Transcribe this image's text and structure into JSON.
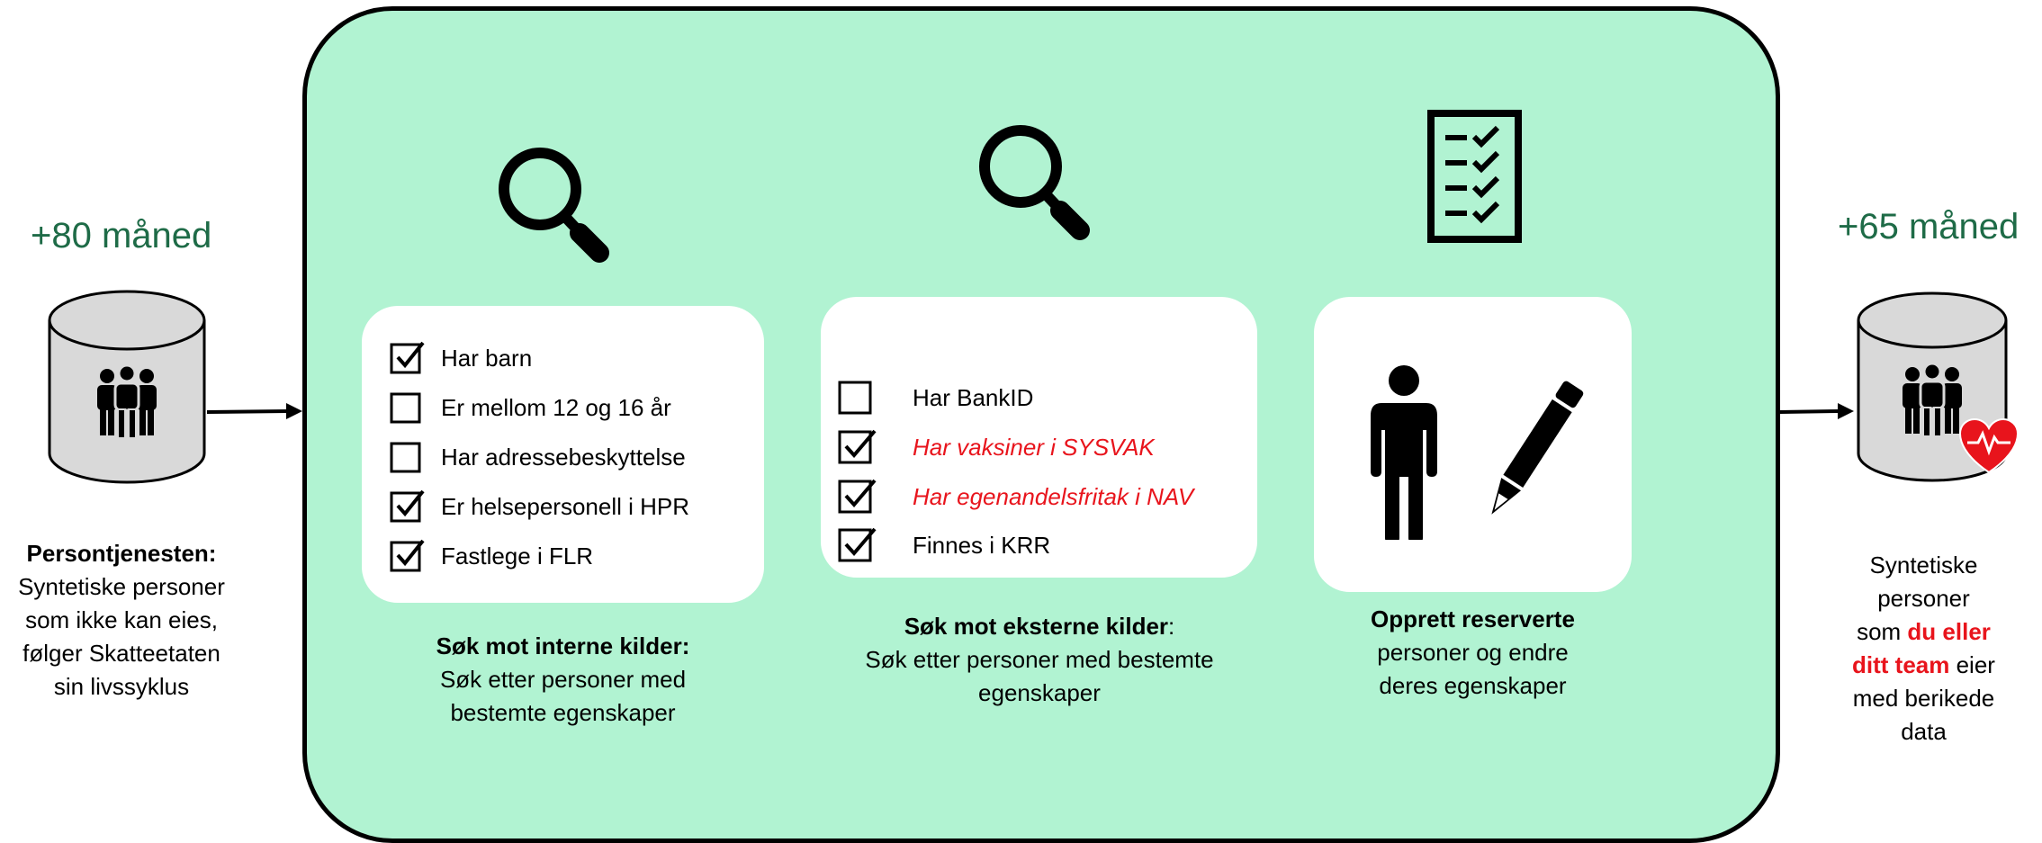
{
  "left": {
    "amount": "+80 måned",
    "title": "Persontjenesten:",
    "desc": [
      "Syntetiske personer",
      "som ikke kan eies,",
      "følger Skatteetaten",
      "sin livssyklus"
    ]
  },
  "right": {
    "amount": "+65 måned",
    "desc_1": "Syntetiske",
    "desc_2": "personer",
    "desc_3a": "som ",
    "desc_3b": "du eller",
    "desc_4a": "ditt team",
    "desc_4b": " eier",
    "desc_5": "med berikede",
    "desc_6": "data"
  },
  "internal": {
    "items": [
      {
        "label": "Har barn",
        "checked": true
      },
      {
        "label": "Er mellom 12 og 16 år",
        "checked": false
      },
      {
        "label": "Har adressebeskyttelse",
        "checked": false
      },
      {
        "label": "Er helsepersonell i HPR",
        "checked": true
      },
      {
        "label": "Fastlege i FLR",
        "checked": true
      }
    ],
    "caption_title": "Søk mot interne kilder:",
    "caption_1": "Søk etter personer med",
    "caption_2": "bestemte egenskaper"
  },
  "external": {
    "items": [
      {
        "label": "Har BankID",
        "checked": false,
        "highlight": false
      },
      {
        "label": "Har vaksiner i SYSVAK",
        "checked": true,
        "highlight": true
      },
      {
        "label": "Har egenandelsfritak i NAV",
        "checked": true,
        "highlight": true
      },
      {
        "label": "Finnes i KRR",
        "checked": true,
        "highlight": false
      }
    ],
    "caption_title": "Søk mot eksterne kilder",
    "caption_colon": ":",
    "caption_1": "Søk etter personer med bestemte",
    "caption_2": "egenskaper"
  },
  "reserve": {
    "caption_title": "Opprett reserverte",
    "caption_1": "personer og endre",
    "caption_2": "deres egenskaper"
  },
  "icons": [
    "database-people-icon",
    "database-people-health-icon",
    "magnifier-icon",
    "checklist-icon",
    "person-icon",
    "pencil-icon",
    "arrow-icon"
  ],
  "colors": {
    "panel": "#b1f3d2",
    "accent_green": "#1e6b47",
    "highlight_red": "#e8141c"
  }
}
